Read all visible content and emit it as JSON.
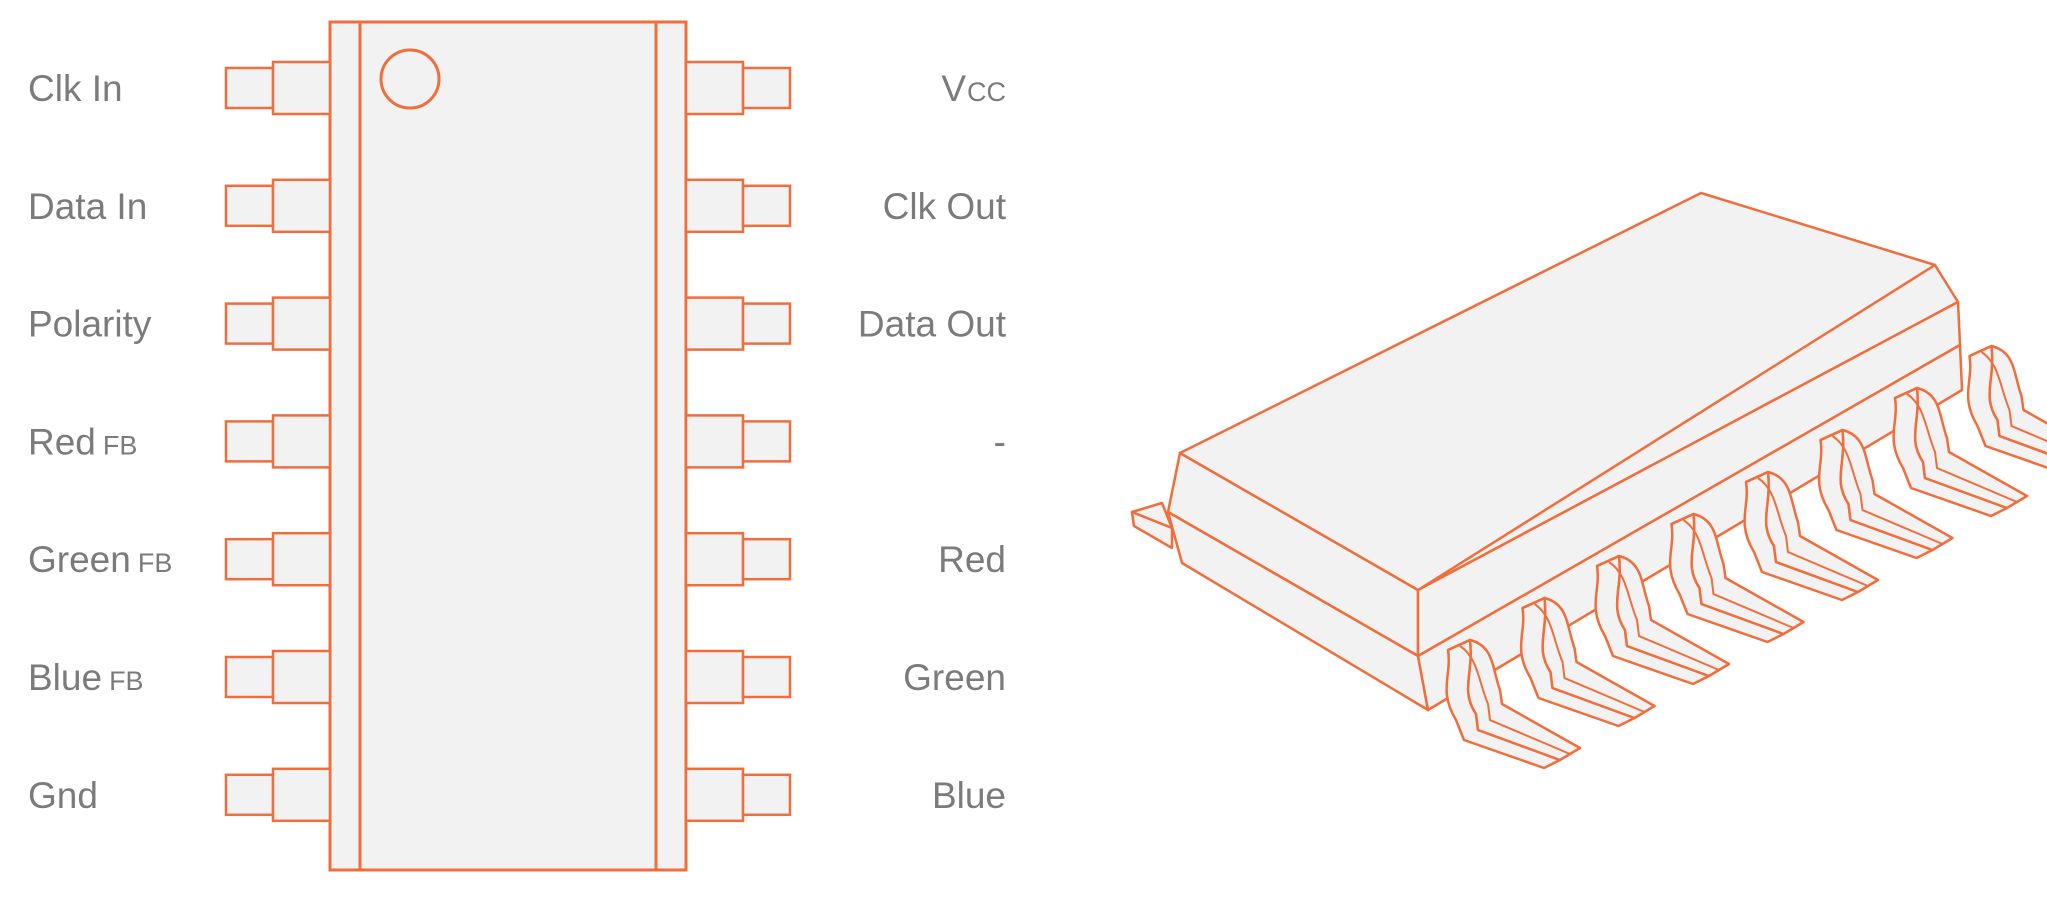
{
  "colors": {
    "outline": "#f06d3c",
    "body_fill": "#f2f2f2",
    "label_text": "#7b7b7b",
    "background": "#ffffff"
  },
  "pinout": {
    "left_pins": [
      {
        "label": "Clk In",
        "sub": ""
      },
      {
        "label": "Data In",
        "sub": ""
      },
      {
        "label": "Polarity",
        "sub": ""
      },
      {
        "label": "Red",
        "sub": "FB"
      },
      {
        "label": "Green",
        "sub": "FB"
      },
      {
        "label": "Blue",
        "sub": "FB"
      },
      {
        "label": "Gnd",
        "sub": ""
      }
    ],
    "right_pins": [
      {
        "label": "V",
        "sub": "CC"
      },
      {
        "label": "Clk Out",
        "sub": ""
      },
      {
        "label": "Data Out",
        "sub": ""
      },
      {
        "label": "-",
        "sub": ""
      },
      {
        "label": "Red",
        "sub": ""
      },
      {
        "label": "Green",
        "sub": ""
      },
      {
        "label": "Blue",
        "sub": ""
      }
    ]
  },
  "package_3d": {
    "visible_leads": 8
  }
}
